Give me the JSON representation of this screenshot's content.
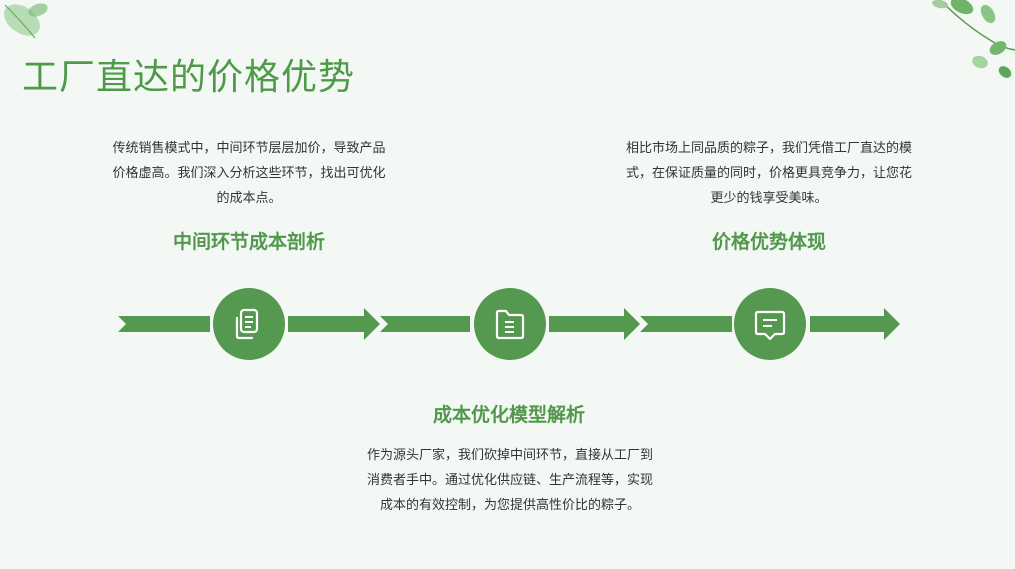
{
  "title": "工厂直达的价格优势",
  "sections": [
    {
      "heading": "中间环节成本剖析",
      "description": "传统销售模式中，中间环节层层加价，导致产品价格虚高。我们深入分析这些环节，找出可优化的成本点。",
      "icon": "document-icon"
    },
    {
      "heading": "成本优化模型解析",
      "description": "作为源头厂家，我们砍掉中间环节，直接从工厂到消费者手中。通过优化供应链、生产流程等，实现成本的有效控制，为您提供高性价比的粽子。",
      "icon": "folder-icon"
    },
    {
      "heading": "价格优势体现",
      "description": "相比市场上同品质的粽子，我们凭借工厂直达的模式，在保证质量的同时，价格更具竞争力，让您花更少的钱享受美味。",
      "icon": "message-icon"
    }
  ],
  "colors": {
    "accent": "#4e9a48",
    "arrow": "#55984f",
    "background": "#f3f8f5"
  }
}
